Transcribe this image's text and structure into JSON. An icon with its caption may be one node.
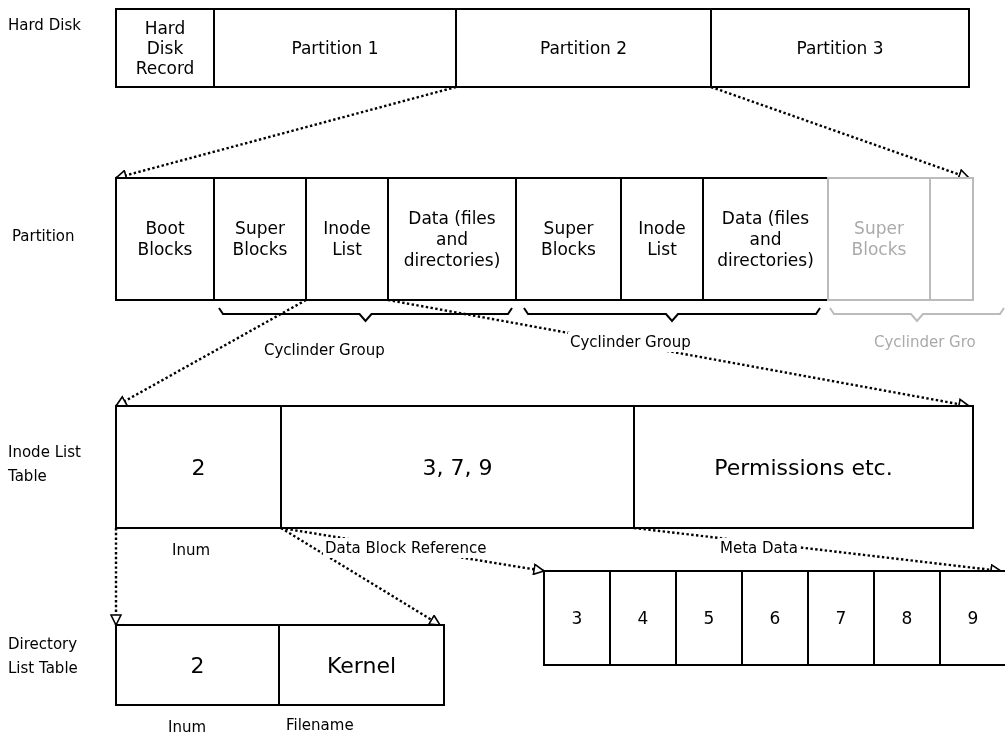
{
  "diagram": {
    "nodes": [
      {
        "text": [
          "Hard Disk Record"
        ]
      },
      {
        "text": [
          "Partition 1"
        ]
      },
      {
        "text": [
          "Partition 2"
        ]
      },
      {
        "text": [
          "Partition 3"
        ]
      },
      {
        "text": [],
        "shape": "box"
      },
      {
        "text": [
          "Boot Blocks"
        ],
        "in": 4
      },
      {
        "text": [
          "Super Blocks"
        ],
        "in": 4
      },
      {
        "text": [
          "Inode List"
        ],
        "in": 4
      },
      {
        "text": [
          "Data (files and directories)"
        ],
        "in": 4
      },
      {
        "text": [
          "Super Blocks"
        ],
        "in": 4
      },
      {
        "text": [
          "Inode List"
        ],
        "in": 4
      },
      {
        "text": [
          "Data (files and directories)"
        ],
        "in": 4
      },
      {
        "text": [
          "Super Blocks"
        ],
        "in": 4
      },
      {
        "text": [],
        "shape": "box",
        "in": 4
      },
      {
        "text": [],
        "shape": "box"
      },
      {
        "text": [
          "2"
        ],
        "in": 14
      },
      {
        "text": [
          "3, 7, 9"
        ],
        "in": 14
      },
      {
        "text": [
          "Permissions etc."
        ],
        "in": 14
      },
      {
        "text": [],
        "shape": "box"
      },
      {
        "text": [
          "2"
        ],
        "in": 18
      },
      {
        "text": [
          "Kernel"
        ],
        "in": 18
      },
      {
        "text": [],
        "shape": "box"
      },
      {
        "text": [
          "3"
        ],
        "in": 21
      },
      {
        "text": [
          "4"
        ],
        "in": 21
      },
      {
        "text": [
          "5"
        ],
        "in": 21
      },
      {
        "text": [
          "6"
        ],
        "in": 21
      },
      {
        "text": [
          "7"
        ],
        "in": 21
      },
      {
        "text": [
          "8"
        ],
        "in": 21
      },
      {
        "text": [
          "9"
        ],
        "in": 21
      }
    ],
    "edges": [
      {
        "from": 2,
        "to": 4,
        "arrow": "to",
        "style": "dashed"
      },
      {
        "from": 2,
        "to": 4,
        "arrow": "to",
        "style": "dashed"
      },
      {
        "from": 7,
        "to": 14,
        "arrow": "to",
        "style": "dashed"
      },
      {
        "from": 7,
        "to": 14,
        "arrow": "to",
        "style": "dashed"
      },
      {
        "from": 15,
        "to": 18,
        "arrow": "to",
        "style": "dashed"
      },
      {
        "from": 15,
        "to": 18,
        "arrow": "to",
        "style": "dashed"
      },
      {
        "from": 16,
        "to": 21,
        "arrow": "to",
        "style": "dashed"
      },
      {
        "from": 16,
        "to": 21,
        "arrow": "to",
        "style": "dashed"
      }
    ],
    "labels": [
      "Hard Disk",
      "Partition",
      "Cyclinder Group",
      "Cyclinder Group",
      "Cyclinder Gro",
      "Inode List Table",
      "Inum",
      "Data Block Reference",
      "Meta Data",
      "Directory List Table",
      "Inum",
      "Filename"
    ]
  }
}
